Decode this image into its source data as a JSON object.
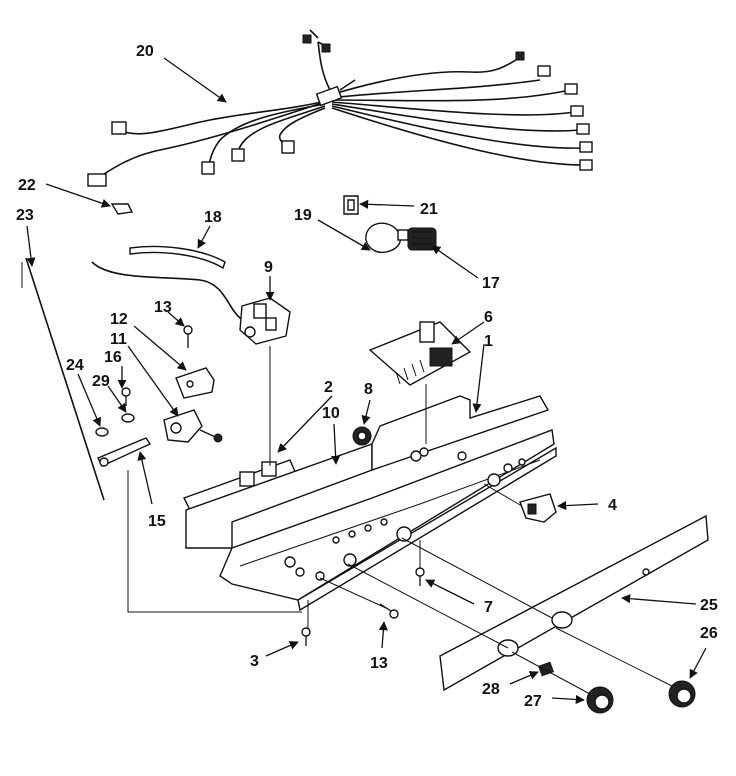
{
  "callouts": {
    "c1": "1",
    "c2": "2",
    "c3": "3",
    "c4": "4",
    "c6": "6",
    "c7": "7",
    "c8": "8",
    "c9": "9",
    "c10": "10",
    "c11": "11",
    "c12": "12",
    "c13a": "13",
    "c13b": "13",
    "c15": "15",
    "c16": "16",
    "c17": "17",
    "c18": "18",
    "c19": "19",
    "c20": "20",
    "c21": "21",
    "c22": "22",
    "c23": "23",
    "c24": "24",
    "c25": "25",
    "c26": "26",
    "c27": "27",
    "c28": "28",
    "c29": "29"
  }
}
